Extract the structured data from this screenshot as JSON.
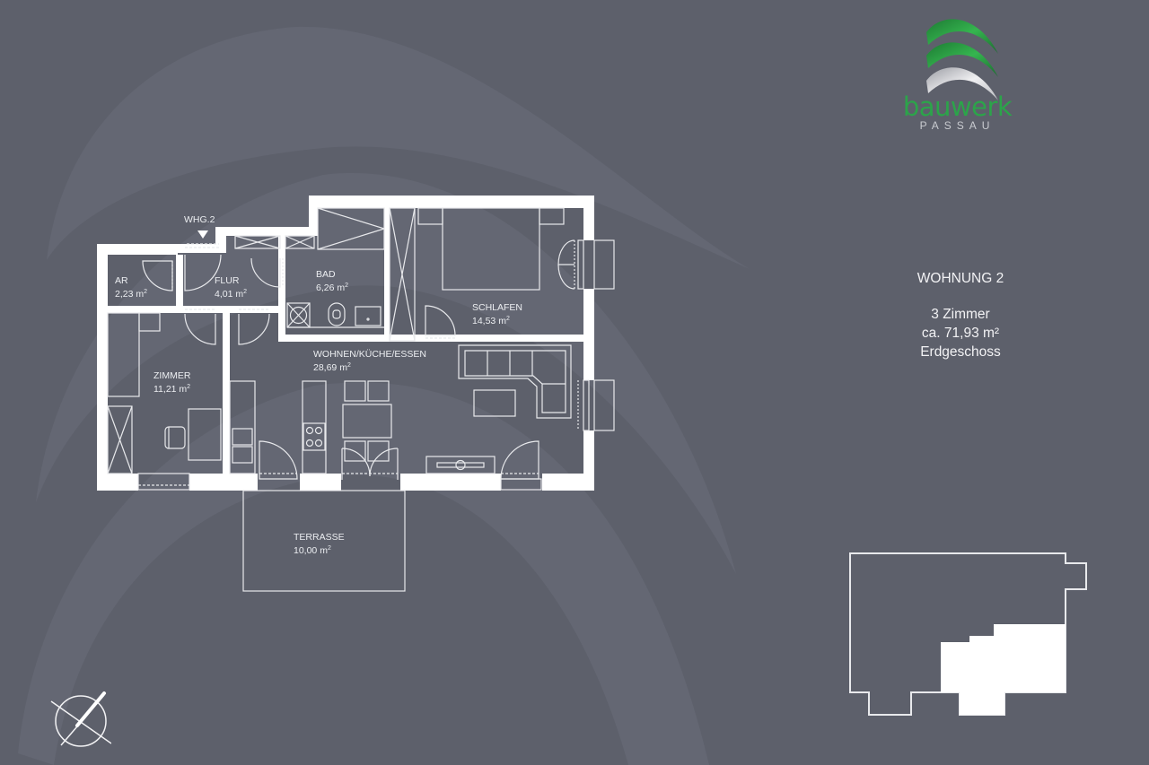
{
  "brand": {
    "name": "bauwerk",
    "subline": "PASSAU",
    "colors": {
      "green": "#2ca44a",
      "green_dark": "#1c6a30",
      "silver": "#d9dadd"
    }
  },
  "apartment": {
    "title": "WOHNUNG 2",
    "rooms_count": "3 Zimmer",
    "area": "ca. 71,93 m²",
    "floor": "Erdgeschoss"
  },
  "entrance": {
    "label": "WHG.2",
    "icon": "entrance-arrow-icon"
  },
  "rooms": [
    {
      "id": "ar",
      "name": "AR",
      "area": "2,23 m",
      "sup": "2"
    },
    {
      "id": "flur",
      "name": "FLUR",
      "area": "4,01 m",
      "sup": "2"
    },
    {
      "id": "bad",
      "name": "BAD",
      "area": "6,26 m",
      "sup": "2"
    },
    {
      "id": "schlafen",
      "name": "SCHLAFEN",
      "area": "14,53 m",
      "sup": "2"
    },
    {
      "id": "zimmer",
      "name": "ZIMMER",
      "area": "11,21 m",
      "sup": "2"
    },
    {
      "id": "wohnen",
      "name": "WOHNEN/KÜCHE/ESSEN",
      "area": "28,69 m",
      "sup": "2"
    },
    {
      "id": "terrasse",
      "name": "TERRASSE",
      "area": "10,00 m",
      "sup": "2"
    }
  ],
  "colors": {
    "background": "#5d606b",
    "wall": "#ffffff",
    "line": "#e8e9ec",
    "swoosh": "#676a75"
  },
  "icons": {
    "north": "compass-north-icon",
    "keyplan": "building-keyplan-icon",
    "logo": "bauwerk-logo-icon"
  }
}
